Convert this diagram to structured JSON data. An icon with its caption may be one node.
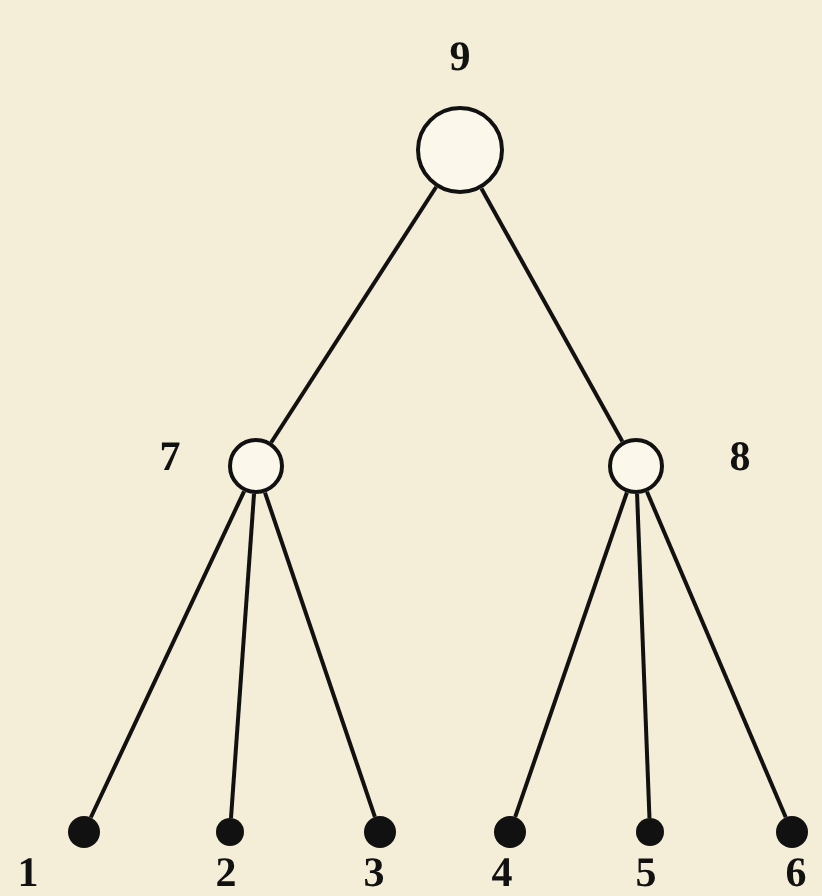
{
  "diagram": {
    "nodes": [
      {
        "text": [],
        "shape": "circle",
        "beside": [
          "9"
        ]
      },
      {
        "text": [],
        "shape": "circle",
        "beside": [
          "7"
        ]
      },
      {
        "text": [],
        "shape": "circle",
        "beside": [
          "8"
        ]
      },
      {
        "text": [],
        "shape": "dot",
        "beside": [
          "1"
        ]
      },
      {
        "text": [],
        "shape": "dot",
        "beside": [
          "2"
        ]
      },
      {
        "text": [],
        "shape": "dot",
        "beside": [
          "3"
        ]
      },
      {
        "text": [],
        "shape": "dot",
        "beside": [
          "4"
        ]
      },
      {
        "text": [],
        "shape": "dot",
        "beside": [
          "5"
        ]
      },
      {
        "text": [],
        "shape": "dot",
        "beside": [
          "6"
        ]
      }
    ],
    "edges": [
      {
        "from": 0,
        "to": 1,
        "arrow": "none"
      },
      {
        "from": 0,
        "to": 2,
        "arrow": "none"
      },
      {
        "from": 1,
        "to": 3,
        "arrow": "none"
      },
      {
        "from": 1,
        "to": 4,
        "arrow": "none"
      },
      {
        "from": 1,
        "to": 5,
        "arrow": "none"
      },
      {
        "from": 2,
        "to": 6,
        "arrow": "none"
      },
      {
        "from": 2,
        "to": 7,
        "arrow": "none"
      },
      {
        "from": 2,
        "to": 8,
        "arrow": "none"
      }
    ]
  }
}
